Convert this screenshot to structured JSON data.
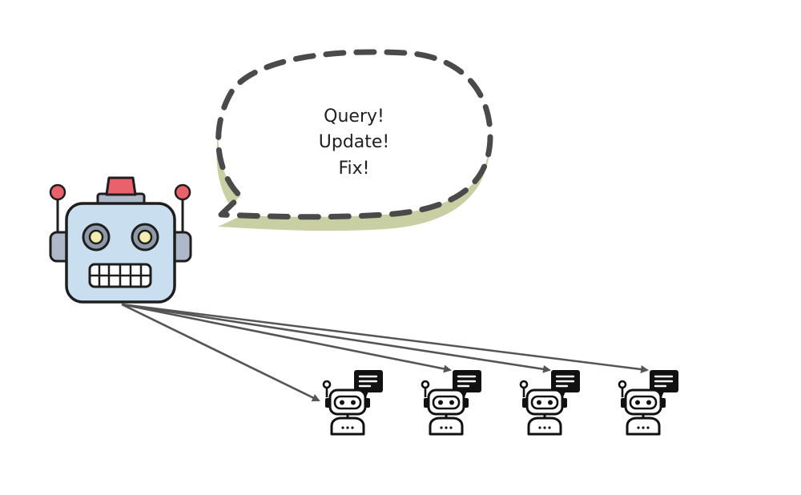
{
  "speech_bubble": {
    "lines": [
      "Query!",
      "Update!",
      "Fix!"
    ]
  },
  "main_robot": {
    "icon": "robot-icon",
    "colors": {
      "body": "#c9deef",
      "outline": "#1e1e1e",
      "antenna_tips": "#e9616b",
      "siren": "#e9616b",
      "ears": "#aeb8c9",
      "eyes": "#f5ecb0",
      "eye_rings": "#8e9aa8"
    }
  },
  "sub_agents": [
    {
      "icon": "chat-robot-icon"
    },
    {
      "icon": "chat-robot-icon"
    },
    {
      "icon": "chat-robot-icon"
    },
    {
      "icon": "chat-robot-icon"
    }
  ],
  "colors": {
    "arrow": "#555555",
    "bubble_border": "#4a4a4a",
    "bubble_shadow": "#c9cfa3",
    "agent_icon": "#111111"
  }
}
